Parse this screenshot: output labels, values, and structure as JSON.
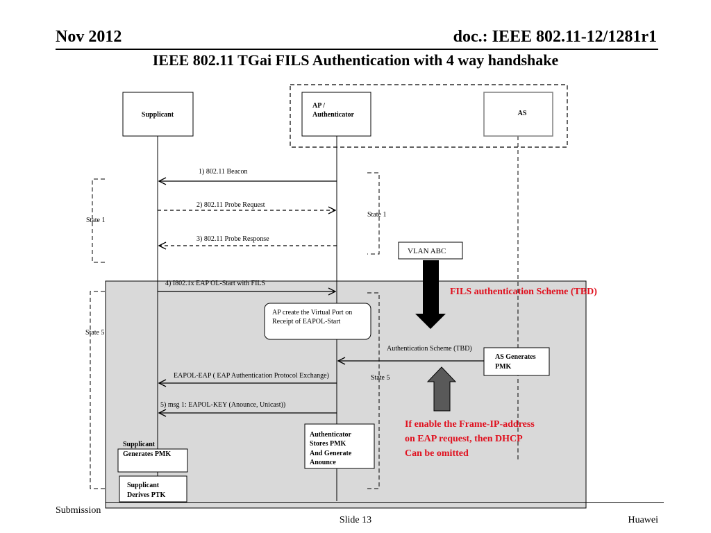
{
  "header": {
    "date": "Nov 2012",
    "doc": "doc.: IEEE 802.11-12/1281r1",
    "title": "IEEE 802.11 TGai FILS Authentication  with 4 way handshake"
  },
  "entities": {
    "supplicant": "Supplicant",
    "ap_line1": "AP /",
    "ap_line2": "Authenticator",
    "as": "AS"
  },
  "messages": {
    "m1": "1)  802.11 Beacon",
    "m2": "2)  802.11  Probe Request",
    "m3": "3)  802.11  Probe Response",
    "m4": "4)  I802.1x EAP OL-Start with FILS",
    "auth_scheme": "Authentication Scheme (TBD)",
    "eapol_eap": "EAPOL-EAP ( EAP Authentication Protocol Exchange)",
    "m5": "5) msg 1: EAPOL-KEY (Anounce, Unicast))"
  },
  "states": {
    "left_top": "State 1",
    "right_top": "State 1",
    "left_bottom": "State 5",
    "right_bottom": "State 5"
  },
  "notes": {
    "vlan": "VLAN ABC",
    "fils_scheme": "FILS authentication Scheme (TBD)",
    "virtual_port_line1": "AP  create the  Virtual Port on",
    "virtual_port_line2": "Receipt of EAPOL-Start",
    "as_gen_line1": "AS Generates",
    "as_gen_line2": "PMK",
    "frame_ip_line1": "If enable the Frame-IP-address",
    "frame_ip_line2": "on EAP request, then DHCP",
    "frame_ip_line3": "Can be omitted",
    "auth_store_line1": "Authenticator",
    "auth_store_line2": "Stores PMK",
    "auth_store_line3": "And Generate",
    "auth_store_line4": "Anounce",
    "supp_gen_line1": "Supplicant",
    "supp_gen_line2": "Generates  PMK",
    "supp_derive_line1": "Supplicant",
    "supp_derive_line2": "Derives PTK"
  },
  "footer": {
    "left": "Submission",
    "center": "Slide 13",
    "right": "Huawei"
  },
  "colors": {
    "red_text": "#e0101e",
    "shaded_region": "#d9d9d9",
    "as_box_border": "#7f7f7f",
    "grey_arrow": "#595959"
  }
}
